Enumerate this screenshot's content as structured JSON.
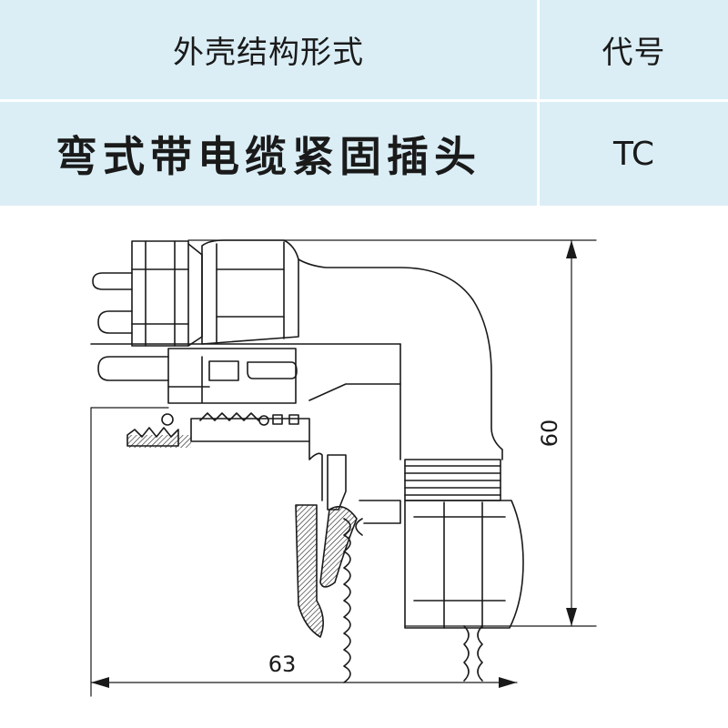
{
  "table": {
    "header": {
      "structure": "外壳结构形式",
      "code": "代号"
    },
    "row": {
      "structure": "弯式带电缆紧固插头",
      "code": "TC"
    }
  },
  "drawing": {
    "dim_height": "60",
    "dim_width": "63"
  },
  "colors": {
    "header_bg": "#dbeef6",
    "line": "#1a1a1a"
  }
}
